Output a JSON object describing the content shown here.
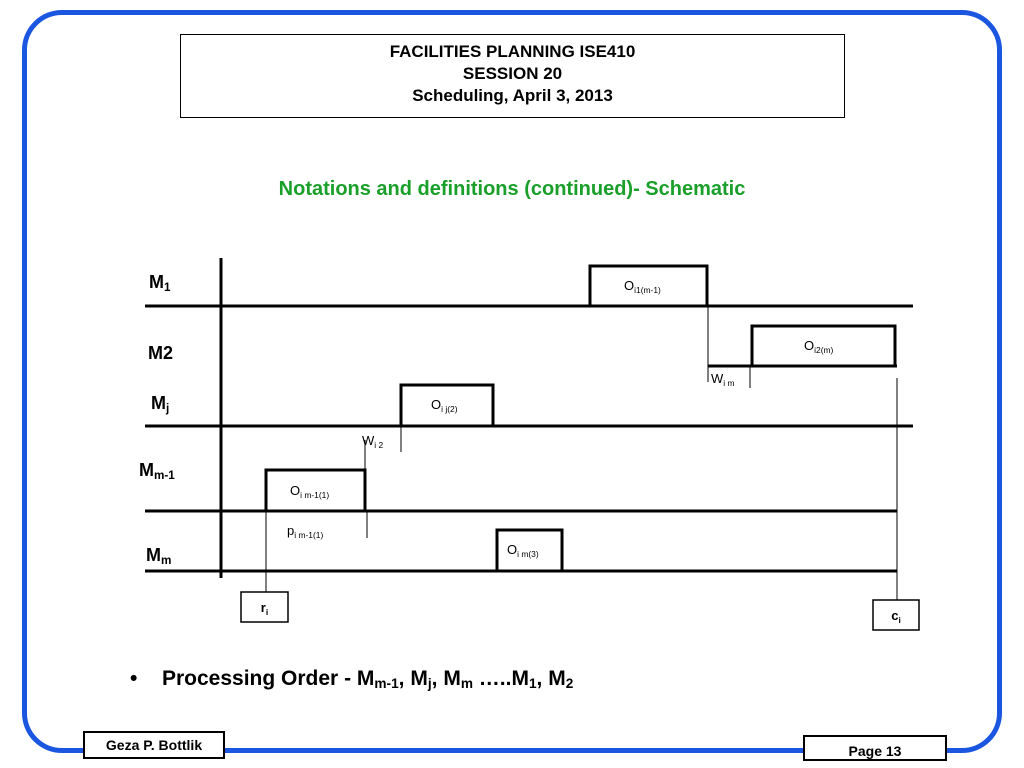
{
  "title": {
    "line1": "FACILITIES PLANNING ISE410",
    "line2": "SESSION 20",
    "line3": "Scheduling, April 3, 2013"
  },
  "subtitle": "Notations and definitions (continued)- Schematic",
  "machines": [
    {
      "base": "M",
      "sub": "1"
    },
    {
      "base": "M2",
      "sub": ""
    },
    {
      "base": "M",
      "sub": "j"
    },
    {
      "base": "M",
      "sub": "m-1"
    },
    {
      "base": "M",
      "sub": "m"
    }
  ],
  "operations": [
    {
      "base": "O",
      "sub": "i1(m-1)"
    },
    {
      "base": "O",
      "sub": "i2(m)"
    },
    {
      "base": "O",
      "sub": "i j(2)"
    },
    {
      "base": "O",
      "sub": "i m-1(1)"
    },
    {
      "base": "O",
      "sub": "i m(3)"
    }
  ],
  "waits": [
    {
      "base": "W",
      "sub": "i m"
    },
    {
      "base": "W",
      "sub": "i 2"
    }
  ],
  "processing": {
    "base": "p",
    "sub": "i m-1(1)"
  },
  "release": {
    "base": "r",
    "sub": "i"
  },
  "completion": {
    "base": "c",
    "sub": "i"
  },
  "bullet": {
    "prefix": "Processing Order - ",
    "seq": [
      {
        "base": "M",
        "sub": "m-1",
        "after": ", "
      },
      {
        "base": "M",
        "sub": "j",
        "after": ", "
      },
      {
        "base": "M",
        "sub": "m",
        "after": " …..M"
      },
      {
        "base": "",
        "sub": "1",
        "after": ", M"
      },
      {
        "base": "",
        "sub": "2",
        "after": ""
      }
    ]
  },
  "footer": {
    "author": "Geza P. Bottlik",
    "page": "Page 13"
  },
  "colors": {
    "frame": "#1a56e0",
    "subtitle": "#1aa02a"
  }
}
